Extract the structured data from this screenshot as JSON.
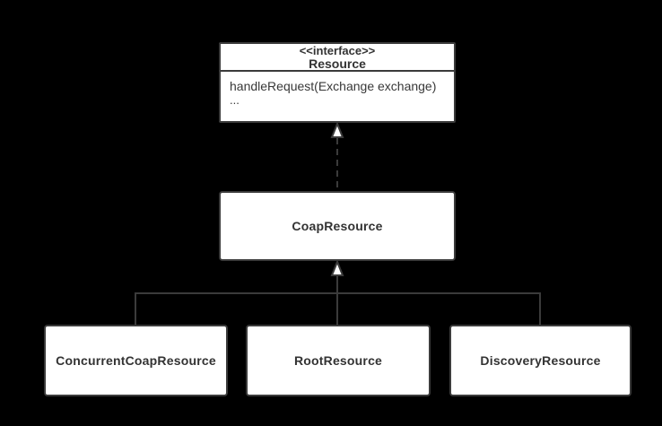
{
  "diagram": {
    "type": "uml-class-diagram",
    "background_color": "#000000",
    "node_fill_color": "#ffffff",
    "stroke_color": "#3b3b3b",
    "text_color": "#333333",
    "arrowhead_fill": "#ffffff",
    "interface": {
      "stereotype": "<<interface>>",
      "name": "Resource",
      "members": {
        "0": "handleRequest(Exchange exchange)",
        "1": "..."
      }
    },
    "classes": {
      "coap": {
        "name": "CoapResource"
      },
      "concurrent": {
        "name": "ConcurrentCoapResource"
      },
      "root": {
        "name": "RootResource"
      },
      "discovery": {
        "name": "DiscoveryResource"
      }
    },
    "relationships": [
      {
        "type": "realization",
        "from": "CoapResource",
        "to": "Resource",
        "line": "dashed",
        "arrowhead": "hollow-triangle"
      },
      {
        "type": "generalization",
        "from": "ConcurrentCoapResource",
        "to": "CoapResource",
        "line": "solid",
        "arrowhead": "hollow-triangle"
      },
      {
        "type": "generalization",
        "from": "RootResource",
        "to": "CoapResource",
        "line": "solid",
        "arrowhead": "hollow-triangle"
      },
      {
        "type": "generalization",
        "from": "DiscoveryResource",
        "to": "CoapResource",
        "line": "solid",
        "arrowhead": "hollow-triangle"
      }
    ]
  }
}
